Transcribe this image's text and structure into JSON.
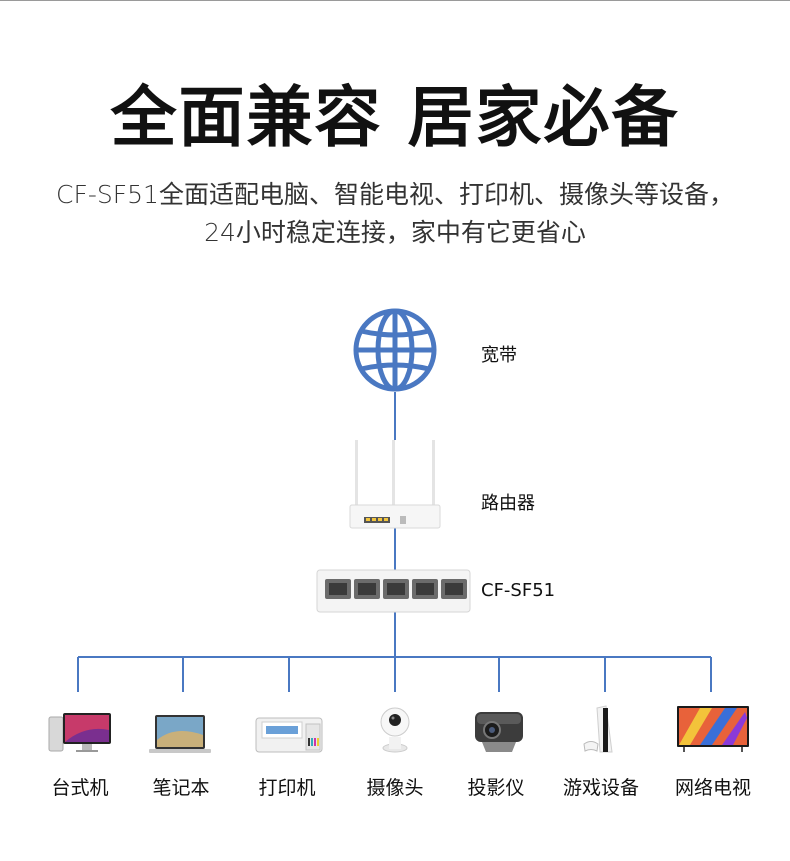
{
  "header": {
    "title": "全面兼容  居家必备",
    "subtitle_line1": "CF-SF51全面适配电脑、智能电视、打印机、摄像头等设备，",
    "subtitle_line2": "24小时稳定连接，家中有它更省心"
  },
  "nodes": {
    "broadband": "宽带",
    "router": "路由器",
    "switch": "CF-SF51"
  },
  "devices": [
    {
      "label": "台式机",
      "icon": "desktop-icon"
    },
    {
      "label": "笔记本",
      "icon": "laptop-icon"
    },
    {
      "label": "打印机",
      "icon": "printer-icon"
    },
    {
      "label": "摄像头",
      "icon": "camera-icon"
    },
    {
      "label": "投影仪",
      "icon": "projector-icon"
    },
    {
      "label": "游戏设备",
      "icon": "game-console-icon"
    },
    {
      "label": "网络电视",
      "icon": "tv-icon"
    }
  ],
  "colors": {
    "line": "#4a78c2",
    "globe": "#4a78c2"
  }
}
